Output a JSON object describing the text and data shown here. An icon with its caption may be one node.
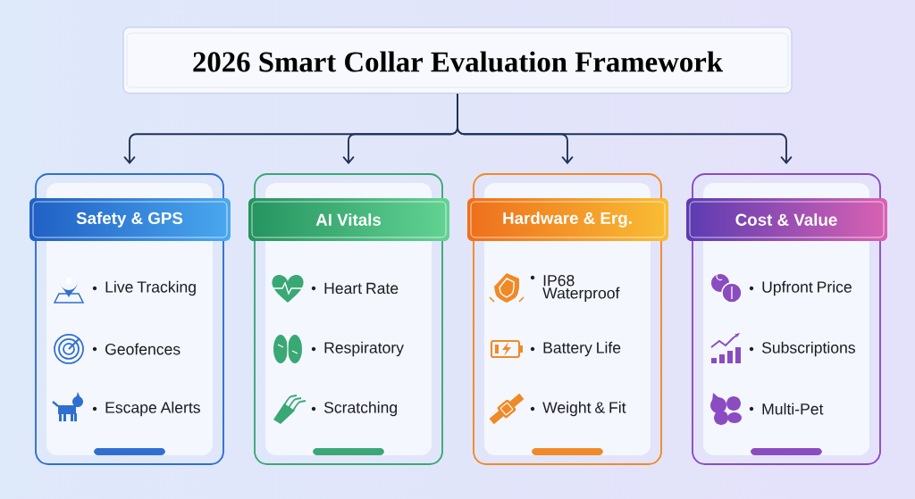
{
  "diagram": {
    "nodes": [
      {
        "text": [
          "2026 Smart Collar Evaluation Framework"
        ]
      },
      {
        "text": [
          "Safety & GPS",
          "Live Tracking",
          "Geofences",
          "Escape Alerts"
        ]
      },
      {
        "text": [
          "AI Vitals",
          "Heart Rate",
          "Respiratory",
          "Scratching"
        ]
      },
      {
        "text": [
          "Hardware & Erg.",
          "IP68 Waterproof",
          "Battery Life",
          "Weight & Fit"
        ]
      },
      {
        "text": [
          "Cost & Value",
          "Upfront Price",
          "Subscriptions",
          "Multi-Pet"
        ]
      }
    ],
    "edges": [
      {
        "from": 0,
        "to": 1,
        "arrow": "to"
      },
      {
        "from": 0,
        "to": 2,
        "arrow": "to"
      },
      {
        "from": 0,
        "to": 3,
        "arrow": "to"
      },
      {
        "from": 0,
        "to": 4,
        "arrow": "to"
      }
    ]
  }
}
